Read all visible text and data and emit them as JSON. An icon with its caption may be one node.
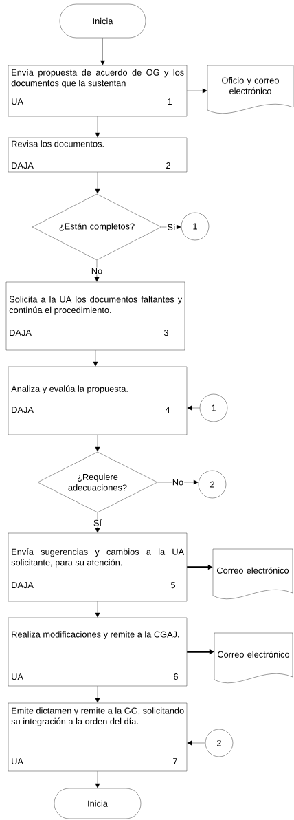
{
  "diagram": {
    "nodes": [
      {
        "text": [
          "Inicia"
        ]
      },
      {
        "text": [
          "Envía propuesta de acuerdo de OG y los documentos que la sustentan",
          "UA",
          "1"
        ]
      },
      {
        "text": [
          "Oficio y correo electrónico"
        ]
      },
      {
        "text": [
          "Revisa los documentos.",
          "DAJA",
          "2"
        ]
      },
      {
        "text": [
          "¿Están completos?"
        ]
      },
      {
        "text": [
          "1"
        ]
      },
      {
        "text": [
          "Solicita a la UA los documentos faltantes y continúa el procedimiento.",
          "DAJA",
          "3"
        ]
      },
      {
        "text": [
          "Analiza y evalúa la propuesta.",
          "DAJA",
          "4"
        ]
      },
      {
        "text": [
          "1"
        ]
      },
      {
        "text": [
          "¿Requiere adecuaciones?"
        ]
      },
      {
        "text": [
          "2"
        ]
      },
      {
        "text": [
          "Envía sugerencias y cambios a la UA solicitante, para su atención.",
          "DAJA",
          "5"
        ]
      },
      {
        "text": [
          "Correo electrónico"
        ]
      },
      {
        "text": [
          "Realiza modificaciones y remite a la CGAJ.",
          "UA",
          "6"
        ]
      },
      {
        "text": [
          "Correo electrónico"
        ]
      },
      {
        "text": [
          "Emite dictamen y remite a la GG, solicitando su integración a la orden del día.",
          "UA",
          "7"
        ]
      },
      {
        "text": [
          "2"
        ]
      },
      {
        "text": [
          "Inicia"
        ]
      }
    ],
    "edges": [
      {
        "from": 0,
        "to": 1,
        "arrow": "to"
      },
      {
        "from": 1,
        "to": 2,
        "arrow": "to"
      },
      {
        "from": 1,
        "to": 3,
        "arrow": "to"
      },
      {
        "from": 3,
        "to": 4,
        "arrow": "to"
      },
      {
        "from": 4,
        "to": 5,
        "arrow": "to",
        "label": "Sí"
      },
      {
        "from": 4,
        "to": 6,
        "arrow": "to",
        "label": "No"
      },
      {
        "from": 6,
        "to": 7,
        "arrow": "to"
      },
      {
        "from": 8,
        "to": 7,
        "arrow": "to"
      },
      {
        "from": 7,
        "to": 9,
        "arrow": "to"
      },
      {
        "from": 9,
        "to": 10,
        "arrow": "to",
        "label": "No"
      },
      {
        "from": 9,
        "to": 11,
        "arrow": "to",
        "label": "Sí"
      },
      {
        "from": 11,
        "to": 12,
        "arrow": "to",
        "style": "thick"
      },
      {
        "from": 11,
        "to": 13,
        "arrow": "to"
      },
      {
        "from": 13,
        "to": 14,
        "arrow": "to",
        "style": "thick"
      },
      {
        "from": 13,
        "to": 15,
        "arrow": "to"
      },
      {
        "from": 16,
        "to": 15,
        "arrow": "to"
      },
      {
        "from": 15,
        "to": 17,
        "arrow": "to"
      }
    ]
  }
}
